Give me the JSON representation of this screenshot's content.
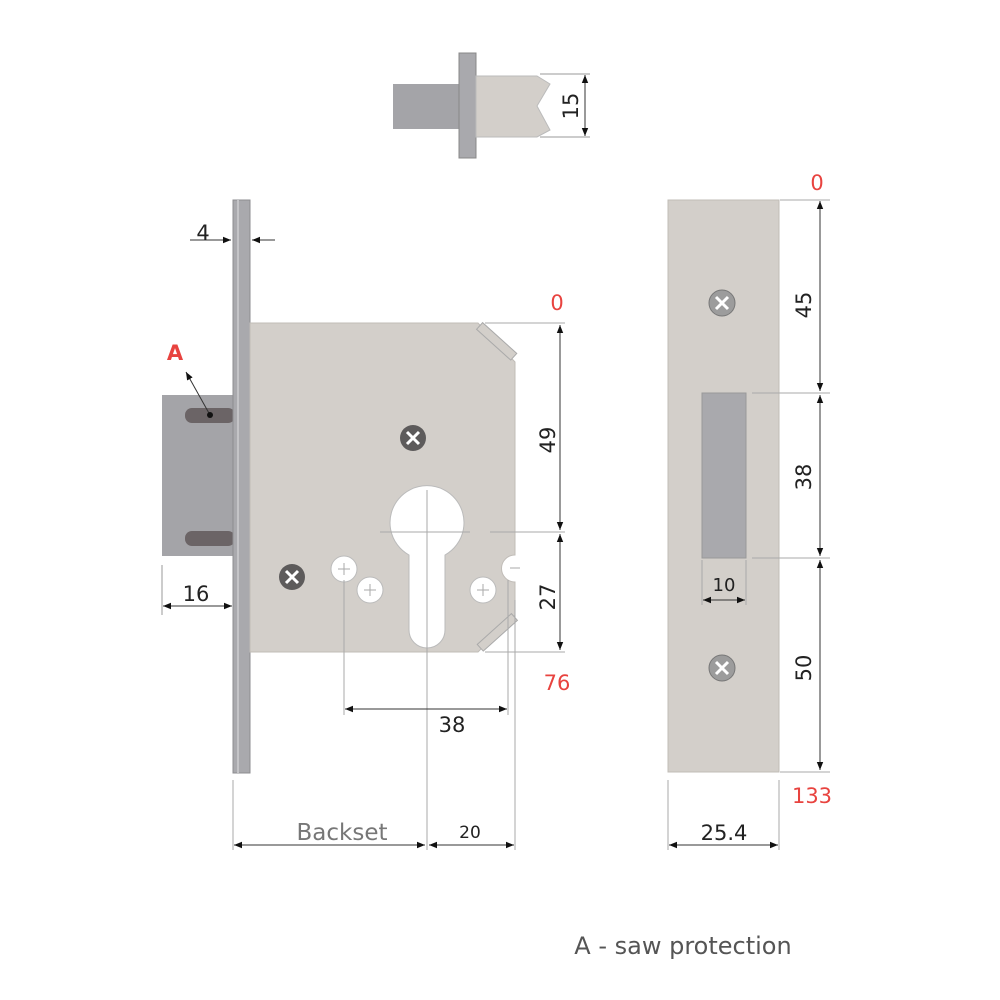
{
  "colors": {
    "body": "#d3cfca",
    "faceplate": "#a9a9ad",
    "bolt": "#a4a4a8",
    "slot": "#6b6466",
    "screw": "#5d5b5b",
    "red": "#e8433f"
  },
  "top_view": {
    "height": "15"
  },
  "lock_body": {
    "faceplate_thickness": "4",
    "saw_protection_marker": "A",
    "bolt_throw": "16",
    "top_ref": "0",
    "dim_top_to_center": "49",
    "dim_center_to_bottom": "27",
    "bottom_ref": "76",
    "hole_spacing": "38",
    "backset_label": "Backset",
    "dim_20": "20"
  },
  "strike_plate": {
    "top_ref": "0",
    "dim_45": "45",
    "dim_38": "38",
    "slot_width": "10",
    "dim_50": "50",
    "bottom_ref": "133",
    "width": "25.4"
  },
  "legend": "A - saw protection"
}
